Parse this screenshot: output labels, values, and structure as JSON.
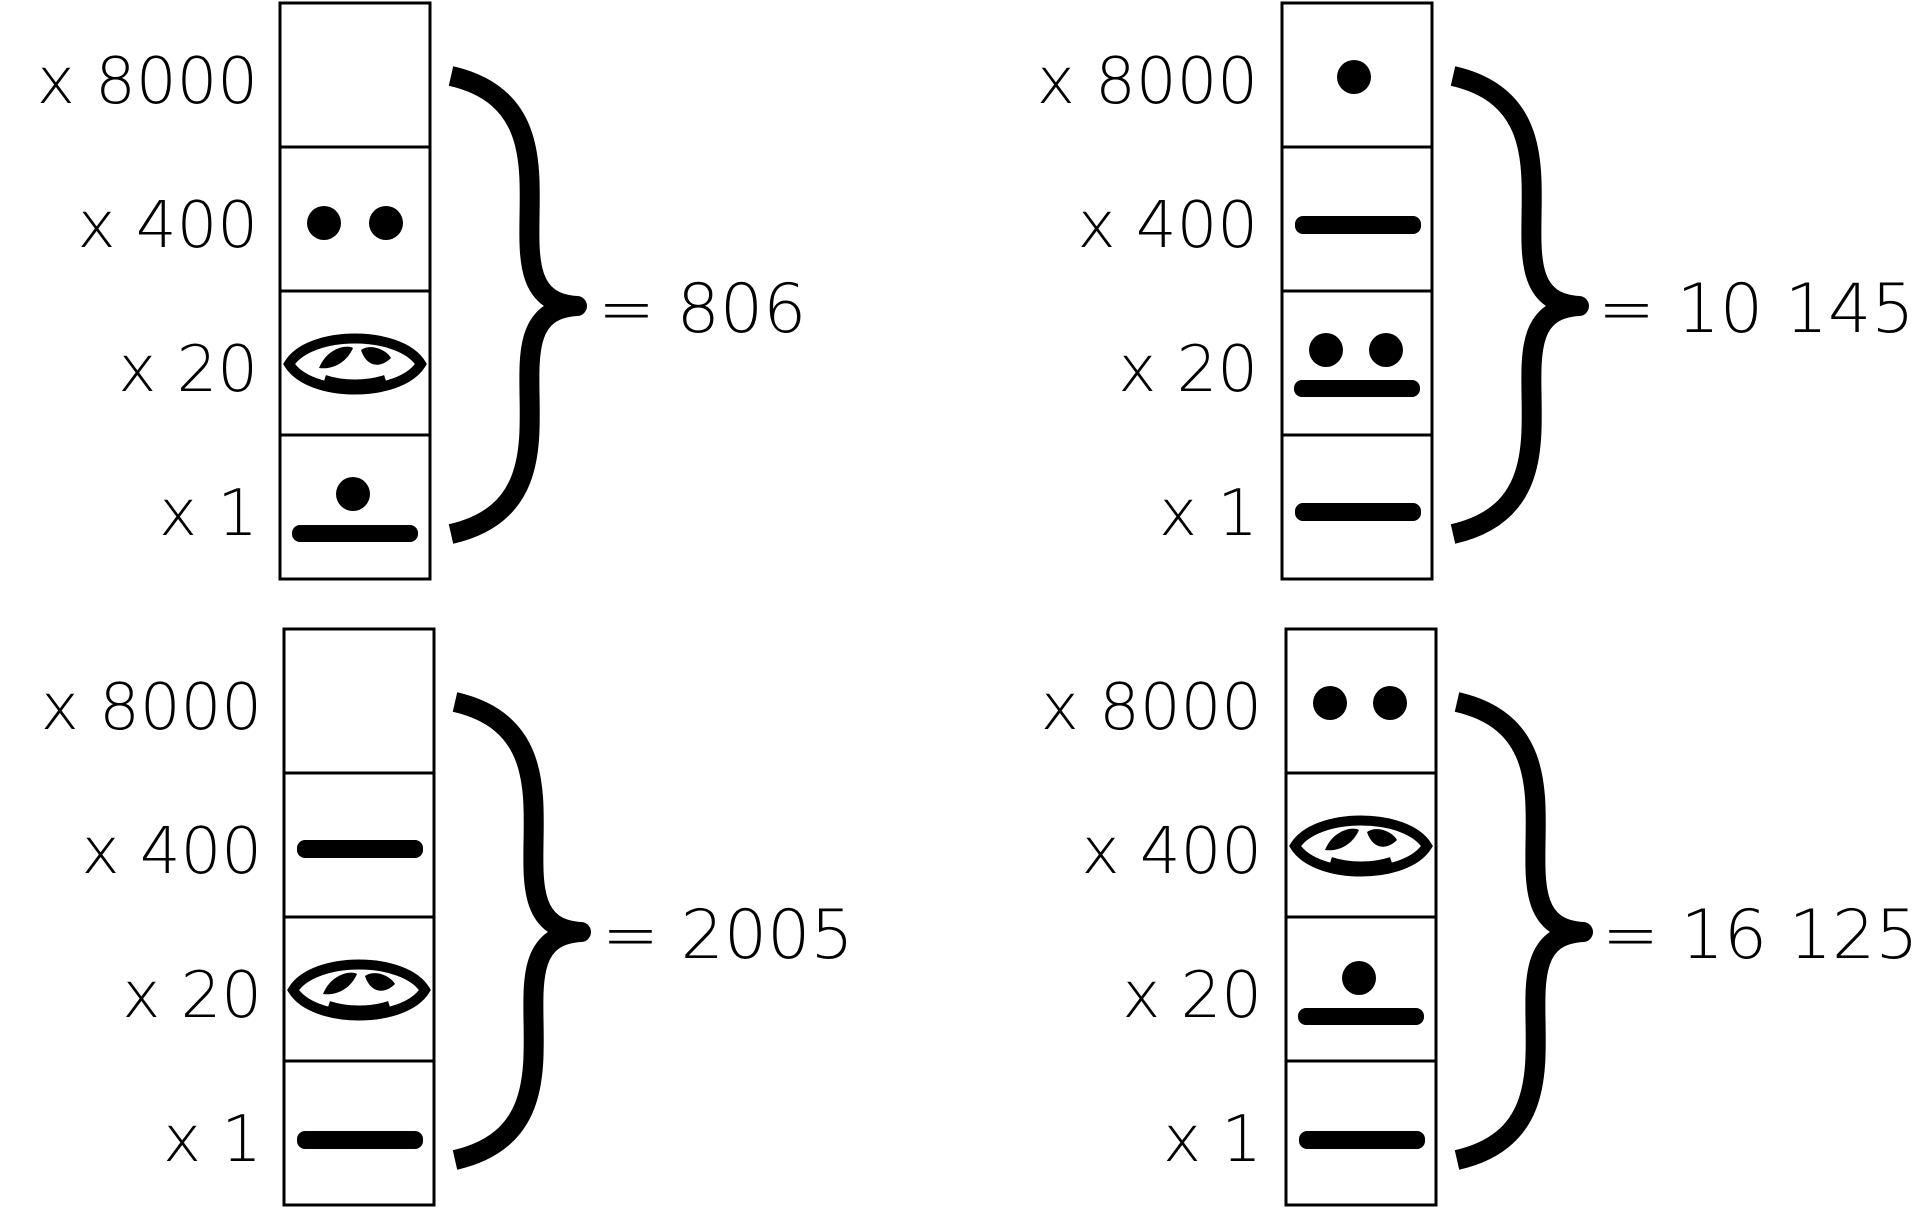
{
  "multipliers": [
    "x  8000",
    "x  400",
    "x  20",
    "x  1"
  ],
  "symbols": {
    "dot": "dot-icon",
    "bar": "bar-icon",
    "shell": "shell-icon"
  },
  "panels": [
    {
      "place_values": [
        {
          "place": 8000,
          "digit": 0
        },
        {
          "place": 400,
          "digit": 2
        },
        {
          "place": 20,
          "digit": 0
        },
        {
          "place": 1,
          "digit": 6
        }
      ],
      "total": "=  806"
    },
    {
      "place_values": [
        {
          "place": 8000,
          "digit": 1
        },
        {
          "place": 400,
          "digit": 5
        },
        {
          "place": 20,
          "digit": 7
        },
        {
          "place": 1,
          "digit": 5
        }
      ],
      "total": "=  10 145"
    },
    {
      "place_values": [
        {
          "place": 8000,
          "digit": 0
        },
        {
          "place": 400,
          "digit": 5
        },
        {
          "place": 20,
          "digit": 0
        },
        {
          "place": 1,
          "digit": 5
        }
      ],
      "total": "=  2005"
    },
    {
      "place_values": [
        {
          "place": 8000,
          "digit": 2
        },
        {
          "place": 400,
          "digit": 0
        },
        {
          "place": 20,
          "digit": 6
        },
        {
          "place": 1,
          "digit": 5
        }
      ],
      "total": "=  16 125"
    }
  ]
}
